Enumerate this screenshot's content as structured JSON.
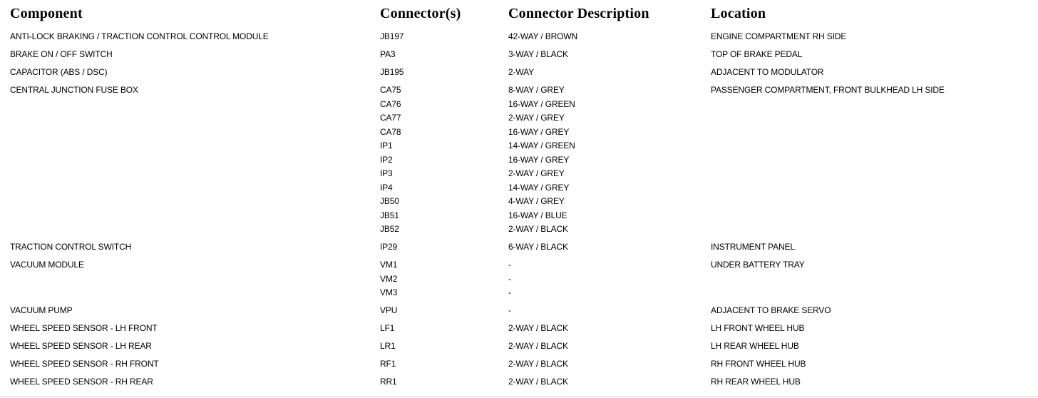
{
  "table": {
    "headers": [
      "Component",
      "Connector(s)",
      "Connector Description",
      "Location"
    ],
    "rows": [
      {
        "component": "ANTI-LOCK BRAKING / TRACTION CONTROL CONTROL MODULE",
        "connectors": [
          {
            "id": "JB197",
            "desc": "42-WAY / BROWN"
          }
        ],
        "location": "ENGINE COMPARTMENT RH SIDE"
      },
      {
        "component": "BRAKE ON / OFF SWITCH",
        "connectors": [
          {
            "id": "PA3",
            "desc": "3-WAY / BLACK"
          }
        ],
        "location": "TOP OF BRAKE PEDAL"
      },
      {
        "component": "CAPACITOR (ABS / DSC)",
        "connectors": [
          {
            "id": "JB195",
            "desc": "2-WAY"
          }
        ],
        "location": "ADJACENT TO MODULATOR"
      },
      {
        "component": "CENTRAL JUNCTION FUSE BOX",
        "connectors": [
          {
            "id": "CA75",
            "desc": "8-WAY / GREY"
          },
          {
            "id": "CA76",
            "desc": "16-WAY / GREEN"
          },
          {
            "id": "CA77",
            "desc": "2-WAY / GREY"
          },
          {
            "id": "CA78",
            "desc": "16-WAY / GREY"
          },
          {
            "id": "IP1",
            "desc": "14-WAY / GREEN"
          },
          {
            "id": "IP2",
            "desc": "16-WAY / GREY"
          },
          {
            "id": "IP3",
            "desc": "2-WAY / GREY"
          },
          {
            "id": "IP4",
            "desc": "14-WAY / GREY"
          },
          {
            "id": "JB50",
            "desc": "4-WAY / GREY"
          },
          {
            "id": "JB51",
            "desc": "16-WAY / BLUE"
          },
          {
            "id": "JB52",
            "desc": "2-WAY / BLACK"
          }
        ],
        "location": "PASSENGER COMPARTMENT, FRONT BULKHEAD LH SIDE"
      },
      {
        "component": "TRACTION CONTROL SWITCH",
        "connectors": [
          {
            "id": "IP29",
            "desc": "6-WAY / BLACK"
          }
        ],
        "location": "INSTRUMENT PANEL"
      },
      {
        "component": "VACUUM MODULE",
        "connectors": [
          {
            "id": "VM1",
            "desc": "-"
          },
          {
            "id": "VM2",
            "desc": "-"
          },
          {
            "id": "VM3",
            "desc": "-"
          }
        ],
        "location": "UNDER BATTERY TRAY"
      },
      {
        "component": "VACUUM PUMP",
        "connectors": [
          {
            "id": "VPU",
            "desc": "-"
          }
        ],
        "location": "ADJACENT TO BRAKE SERVO"
      },
      {
        "component": "WHEEL SPEED SENSOR - LH FRONT",
        "connectors": [
          {
            "id": "LF1",
            "desc": "2-WAY / BLACK"
          }
        ],
        "location": "LH FRONT WHEEL HUB"
      },
      {
        "component": "WHEEL SPEED SENSOR - LH REAR",
        "connectors": [
          {
            "id": "LR1",
            "desc": "2-WAY / BLACK"
          }
        ],
        "location": "LH REAR WHEEL HUB"
      },
      {
        "component": "WHEEL SPEED SENSOR - RH FRONT",
        "connectors": [
          {
            "id": "RF1",
            "desc": "2-WAY / BLACK"
          }
        ],
        "location": "RH FRONT WHEEL HUB"
      },
      {
        "component": "WHEEL SPEED SENSOR - RH REAR",
        "connectors": [
          {
            "id": "RR1",
            "desc": "2-WAY / BLACK"
          }
        ],
        "location": "RH REAR WHEEL HUB"
      }
    ]
  }
}
